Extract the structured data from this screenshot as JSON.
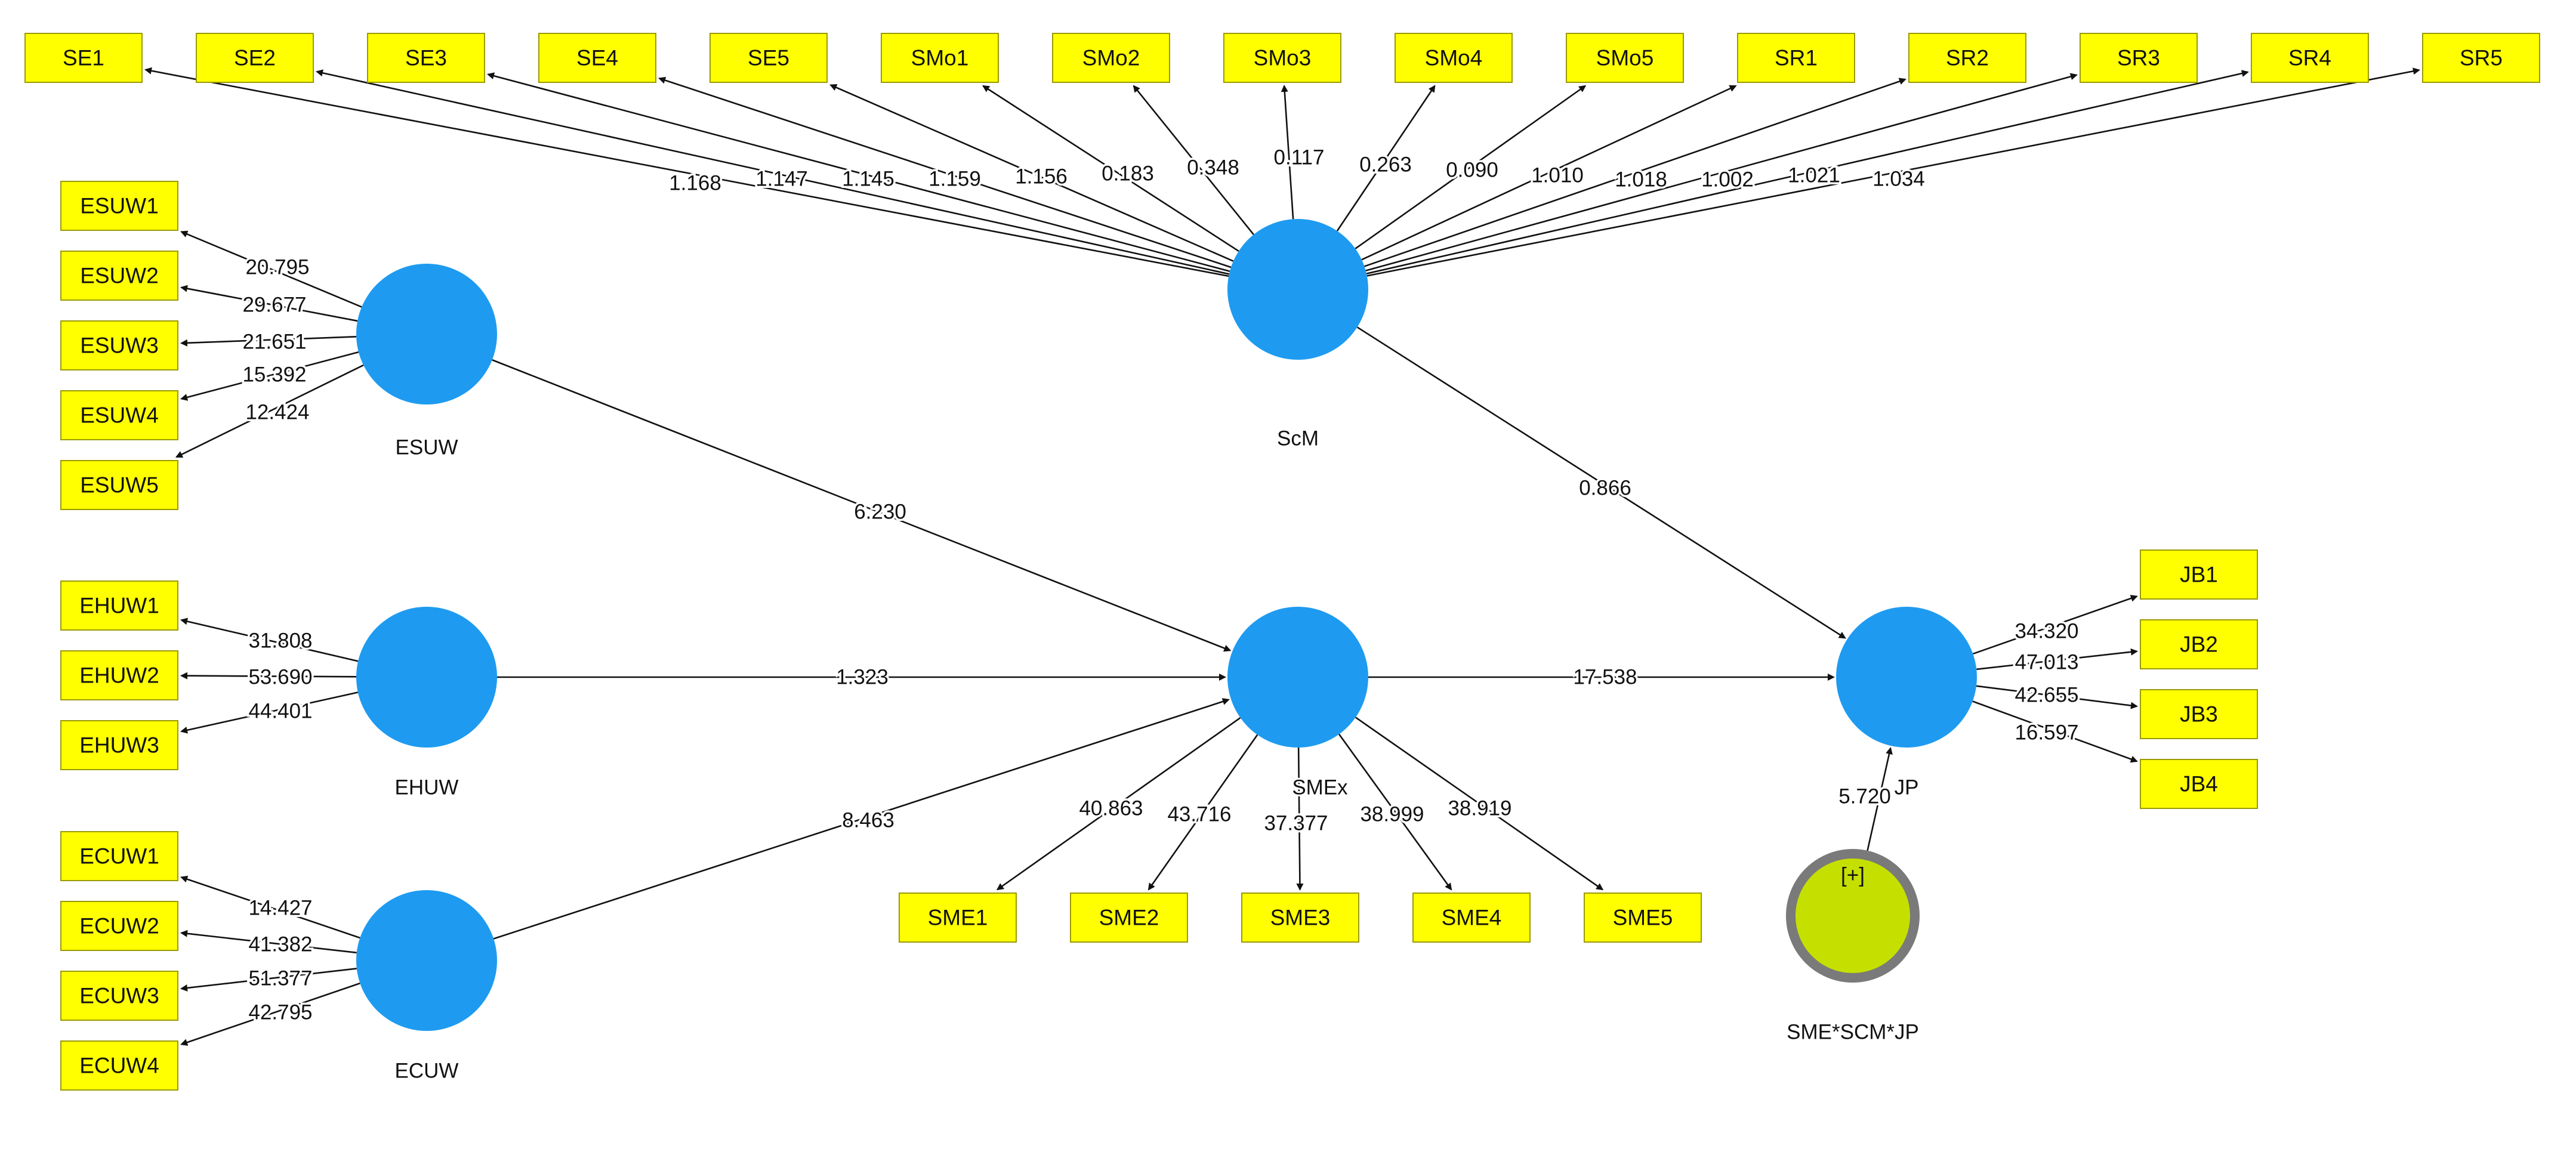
{
  "colors": {
    "indicator_fill": "#FFFF00",
    "indicator_border": "#9A9A00",
    "latent_fill": "#1E9BF0",
    "moderator_fill": "#C5E000",
    "moderator_border": "#7A7A7A",
    "line": "#111111"
  },
  "latent": [
    {
      "id": "ESUW",
      "label": "ESUW"
    },
    {
      "id": "EHUW",
      "label": "EHUW"
    },
    {
      "id": "ECUW",
      "label": "ECUW"
    },
    {
      "id": "ScM",
      "label": "ScM"
    },
    {
      "id": "SMEx",
      "label": "SMEx"
    },
    {
      "id": "JP",
      "label": "JP"
    },
    {
      "id": "MOD",
      "label": "SME*SCM*JP",
      "kind": "moderator",
      "badge": "[+]"
    }
  ],
  "indicators": [
    {
      "id": "SE1",
      "label": "SE1"
    },
    {
      "id": "SE2",
      "label": "SE2"
    },
    {
      "id": "SE3",
      "label": "SE3"
    },
    {
      "id": "SE4",
      "label": "SE4"
    },
    {
      "id": "SE5",
      "label": "SE5"
    },
    {
      "id": "SMo1",
      "label": "SMo1"
    },
    {
      "id": "SMo2",
      "label": "SMo2"
    },
    {
      "id": "SMo3",
      "label": "SMo3"
    },
    {
      "id": "SMo4",
      "label": "SMo4"
    },
    {
      "id": "SMo5",
      "label": "SMo5"
    },
    {
      "id": "SR1",
      "label": "SR1"
    },
    {
      "id": "SR2",
      "label": "SR2"
    },
    {
      "id": "SR3",
      "label": "SR3"
    },
    {
      "id": "SR4",
      "label": "SR4"
    },
    {
      "id": "SR5",
      "label": "SR5"
    },
    {
      "id": "ESUW1",
      "label": "ESUW1"
    },
    {
      "id": "ESUW2",
      "label": "ESUW2"
    },
    {
      "id": "ESUW3",
      "label": "ESUW3"
    },
    {
      "id": "ESUW4",
      "label": "ESUW4"
    },
    {
      "id": "ESUW5",
      "label": "ESUW5"
    },
    {
      "id": "EHUW1",
      "label": "EHUW1"
    },
    {
      "id": "EHUW2",
      "label": "EHUW2"
    },
    {
      "id": "EHUW3",
      "label": "EHUW3"
    },
    {
      "id": "ECUW1",
      "label": "ECUW1"
    },
    {
      "id": "ECUW2",
      "label": "ECUW2"
    },
    {
      "id": "ECUW3",
      "label": "ECUW3"
    },
    {
      "id": "ECUW4",
      "label": "ECUW4"
    },
    {
      "id": "SME1",
      "label": "SME1"
    },
    {
      "id": "SME2",
      "label": "SME2"
    },
    {
      "id": "SME3",
      "label": "SME3"
    },
    {
      "id": "SME4",
      "label": "SME4"
    },
    {
      "id": "SME5",
      "label": "SME5"
    },
    {
      "id": "JB1",
      "label": "JB1"
    },
    {
      "id": "JB2",
      "label": "JB2"
    },
    {
      "id": "JB3",
      "label": "JB3"
    },
    {
      "id": "JB4",
      "label": "JB4"
    }
  ],
  "edges": [
    {
      "from": "ScM",
      "to": "SE1",
      "value": "1.168"
    },
    {
      "from": "ScM",
      "to": "SE2",
      "value": "1.147"
    },
    {
      "from": "ScM",
      "to": "SE3",
      "value": "1.145"
    },
    {
      "from": "ScM",
      "to": "SE4",
      "value": "1.159"
    },
    {
      "from": "ScM",
      "to": "SE5",
      "value": "1.156"
    },
    {
      "from": "ScM",
      "to": "SMo1",
      "value": "0.183"
    },
    {
      "from": "ScM",
      "to": "SMo2",
      "value": "0.348"
    },
    {
      "from": "ScM",
      "to": "SMo3",
      "value": "0.117"
    },
    {
      "from": "ScM",
      "to": "SMo4",
      "value": "0.263"
    },
    {
      "from": "ScM",
      "to": "SMo5",
      "value": "0.090"
    },
    {
      "from": "ScM",
      "to": "SR1",
      "value": "1.010"
    },
    {
      "from": "ScM",
      "to": "SR2",
      "value": "1.018"
    },
    {
      "from": "ScM",
      "to": "SR3",
      "value": "1.002"
    },
    {
      "from": "ScM",
      "to": "SR4",
      "value": "1.021"
    },
    {
      "from": "ScM",
      "to": "SR5",
      "value": "1.034"
    },
    {
      "from": "ESUW",
      "to": "ESUW1",
      "value": "20.795"
    },
    {
      "from": "ESUW",
      "to": "ESUW2",
      "value": "29.677"
    },
    {
      "from": "ESUW",
      "to": "ESUW3",
      "value": "21.651"
    },
    {
      "from": "ESUW",
      "to": "ESUW4",
      "value": "15.392"
    },
    {
      "from": "ESUW",
      "to": "ESUW5",
      "value": "12.424"
    },
    {
      "from": "EHUW",
      "to": "EHUW1",
      "value": "31.808"
    },
    {
      "from": "EHUW",
      "to": "EHUW2",
      "value": "53.690"
    },
    {
      "from": "EHUW",
      "to": "EHUW3",
      "value": "44.401"
    },
    {
      "from": "ECUW",
      "to": "ECUW1",
      "value": "14.427"
    },
    {
      "from": "ECUW",
      "to": "ECUW2",
      "value": "41.382"
    },
    {
      "from": "ECUW",
      "to": "ECUW3",
      "value": "51.377"
    },
    {
      "from": "ECUW",
      "to": "ECUW4",
      "value": "42.795"
    },
    {
      "from": "SMEx",
      "to": "SME1",
      "value": "40.863"
    },
    {
      "from": "SMEx",
      "to": "SME2",
      "value": "43.716"
    },
    {
      "from": "SMEx",
      "to": "SME3",
      "value": "37.377"
    },
    {
      "from": "SMEx",
      "to": "SME4",
      "value": "38.999"
    },
    {
      "from": "SMEx",
      "to": "SME5",
      "value": "38.919"
    },
    {
      "from": "JP",
      "to": "JB1",
      "value": "34.320"
    },
    {
      "from": "JP",
      "to": "JB2",
      "value": "47.013"
    },
    {
      "from": "JP",
      "to": "JB3",
      "value": "42.655"
    },
    {
      "from": "JP",
      "to": "JB4",
      "value": "16.597"
    },
    {
      "from": "ESUW",
      "to": "SMEx",
      "value": "6.230"
    },
    {
      "from": "EHUW",
      "to": "SMEx",
      "value": "1.323"
    },
    {
      "from": "ECUW",
      "to": "SMEx",
      "value": "8.463"
    },
    {
      "from": "ScM",
      "to": "JP",
      "value": "0.866"
    },
    {
      "from": "SMEx",
      "to": "JP",
      "value": "17.538"
    },
    {
      "from": "MOD",
      "to": "JP",
      "value": "5.720"
    }
  ]
}
